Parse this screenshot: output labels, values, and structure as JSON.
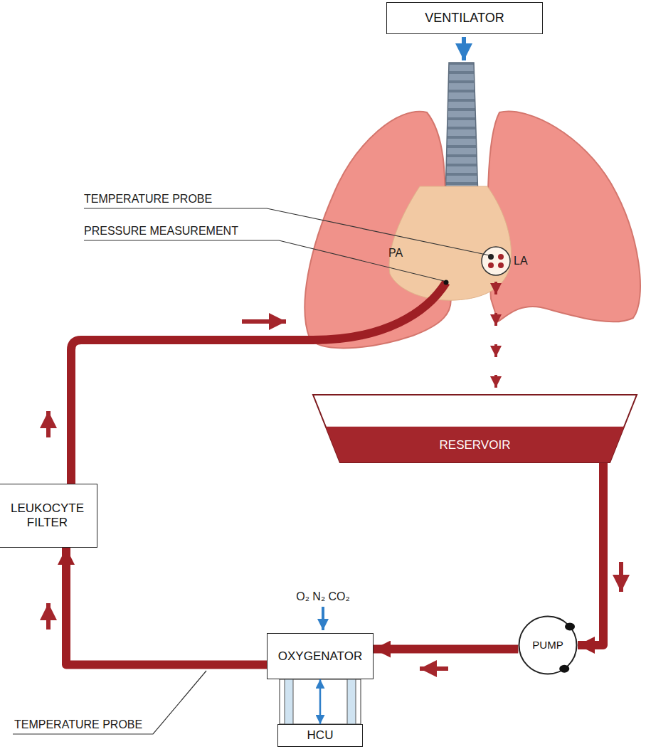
{
  "diagram": {
    "nodes": [
      {
        "text": [
          "VENTILATOR"
        ]
      },
      {
        "text": [
          "RESERVOIR"
        ]
      },
      {
        "text": [
          "LEUKOCYTE FILTER"
        ]
      },
      {
        "text": [
          "PUMP"
        ]
      },
      {
        "text": [
          "OXYGENATOR"
        ]
      },
      {
        "text": [
          "HCU"
        ]
      }
    ],
    "edges": [
      {
        "from": 1,
        "to": 3,
        "arrow": "to"
      },
      {
        "from": 3,
        "to": 4,
        "arrow": "to"
      },
      {
        "from": 4,
        "to": 2,
        "arrow": "to"
      },
      {
        "from": 4,
        "to": 5,
        "arrow": "both"
      }
    ],
    "labels": [
      "TEMPERATURE PROBE",
      "PRESSURE MEASUREMENT",
      "PA",
      "LA",
      "O₂ N₂ CO₂",
      "TEMPERATURE PROBE"
    ]
  }
}
